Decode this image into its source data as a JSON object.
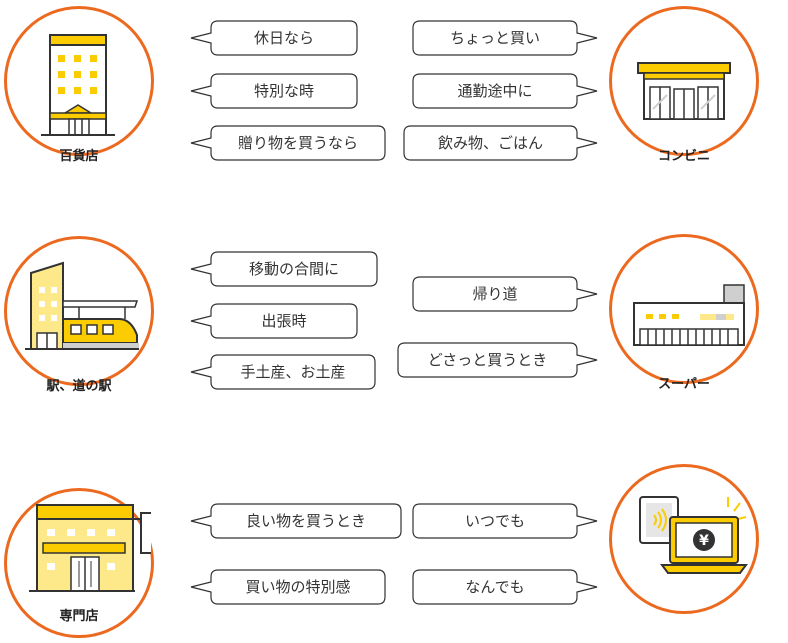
{
  "stores": {
    "department": {
      "label": "百貨店",
      "icon": "department-store-icon"
    },
    "convenience": {
      "label": "コンビニ",
      "icon": "convenience-store-icon"
    },
    "station": {
      "label": "駅、道の駅",
      "icon": "station-icon"
    },
    "supermarket": {
      "label": "スーパー",
      "icon": "supermarket-icon"
    },
    "specialty": {
      "label": "専門店",
      "icon": "specialty-store-icon"
    },
    "online": {
      "label": "",
      "icon": "online-shopping-laptop-icon"
    }
  },
  "bubbles": {
    "department": [
      "休日なら",
      "特別な時",
      "贈り物を買うなら"
    ],
    "convenience": [
      "ちょっと買い",
      "通勤途中に",
      "飲み物、ごはん"
    ],
    "station": [
      "移動の合間に",
      "出張時",
      "手土産、お土産"
    ],
    "supermarket": [
      "帰り道",
      "どさっと買うとき"
    ],
    "specialty": [
      "良い物を買うとき",
      "買い物の特別感"
    ],
    "online": [
      "いつでも",
      "なんでも"
    ]
  },
  "colors": {
    "ring": "#ec6a1f",
    "yellow": "#fbcd00",
    "light_yellow": "#fde88a",
    "outline": "#333333",
    "gray": "#cfcfcf"
  }
}
